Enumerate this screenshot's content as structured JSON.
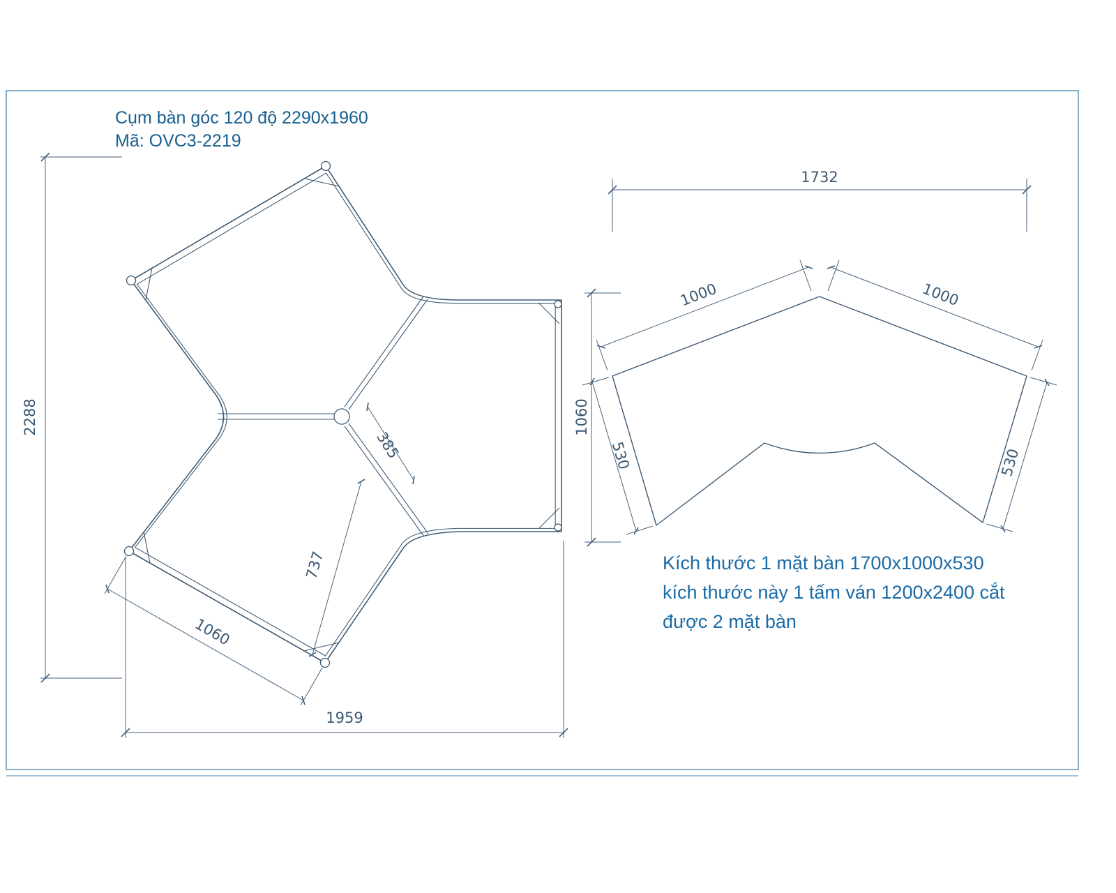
{
  "drawing": {
    "title": "Cụm bàn góc 120 độ  2290x1960",
    "code": "Mã: OVC3-2219"
  },
  "cluster_view": {
    "dims": {
      "total_height": "2288",
      "outer_edge": "1060",
      "total_width": "1959",
      "center_offset": "385",
      "desk_depth": "737"
    }
  },
  "desk_view": {
    "dims": {
      "overall_width": "1732",
      "left_arm": "1000",
      "right_arm": "1000",
      "left_end": "530",
      "right_end": "530",
      "overall_height": "1060"
    }
  },
  "notes": {
    "line1": "Kích thước 1 mặt bàn 1700x1000x530",
    "line2": "kích thước này 1 tấm ván 1200x2400 cắt",
    "line3": "được 2 mặt bàn"
  },
  "colors": {
    "line": "#3d5a75",
    "text_blue": "#176091",
    "note_blue": "#1a6ba6",
    "frame": "#85aecb"
  }
}
